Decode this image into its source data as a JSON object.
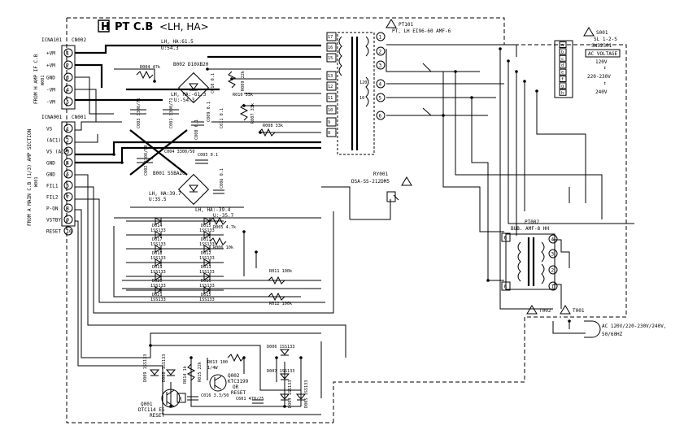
{
  "board": {
    "letter": "H",
    "title": "PT C.B",
    "subtitle": "<LH, HA>"
  },
  "connectors": {
    "cn002": {
      "ref": "CN002",
      "mate": "ICNA101",
      "side_label": "FROM H AMP IF C.B",
      "side_sub": "W001",
      "pins": [
        {
          "n": "1",
          "label": "+VM"
        },
        {
          "n": "2",
          "label": "+VM"
        },
        {
          "n": "3",
          "label": "GND"
        },
        {
          "n": "4",
          "label": "-VM"
        },
        {
          "n": "5",
          "label": "-VM"
        }
      ]
    },
    "cn001": {
      "ref": "CN001",
      "mate": "ICNA001",
      "side_label": "FROM A MAIN C.B (1/3) AMP SECTION",
      "side_sub": "W001",
      "pins": [
        {
          "n": "1",
          "label": "VS"
        },
        {
          "n": "2",
          "label": "(AC1)"
        },
        {
          "n": "3",
          "label": "VS (AC2)"
        },
        {
          "n": "4",
          "label": "GND"
        },
        {
          "n": "5",
          "label": "GND"
        },
        {
          "n": "6",
          "label": "FIL1"
        },
        {
          "n": "7",
          "label": "FIL2"
        },
        {
          "n": "8",
          "label": "P-ON"
        },
        {
          "n": "9",
          "label": "VSTBY"
        },
        {
          "n": "10",
          "label": "RESET"
        }
      ]
    }
  },
  "annotations": {
    "vp1": "LH, HA:61.5",
    "vp1b": "U:54.3",
    "vp2": "LH, HA:-61.3",
    "vp2b": "U:-54.3",
    "vp3": "LH, HA:39.7",
    "vp3b": "U:35.5",
    "vp4": "LH, HA:-39.4",
    "vp4b": "U:-35.7"
  },
  "components": {
    "b002": "B002 D10XB20",
    "b001": "B001 S5BA20",
    "c004": "C004 3300/50",
    "c005": "C005 0.1",
    "c002": "C002 3300/50",
    "c003": "C003 3300/71",
    "c001": "C001 3300/71",
    "c006": "C006 0.1",
    "c007": "C007 0.1",
    "c008": "C008 0.1",
    "c009": "C009 0.1",
    "c010": "C010 0.1",
    "c011": "C011 0.1",
    "c016": "C016 3.3/50",
    "c601": "C601 470/25",
    "r004": "R004 47k",
    "r005": "R005 4.7k",
    "r006": "R006 10k",
    "r007": "R007 33k",
    "r008": "R008 33k",
    "r009": "R009 22k",
    "r010": "R010 33k",
    "r011": "R011 100k",
    "r012": "R012 100k",
    "r013": "R013 100",
    "r013b": "1/4W",
    "r014": "R014 1k",
    "r015": "R015 22k",
    "d0xx": [
      "D014 1SS133",
      "D015 1SS133",
      "D017 1SS133",
      "D011 1SS133",
      "D018 1SS133",
      "D012 1SS133",
      "D019 1SS133",
      "D013 1SS133",
      "D020 1SS133",
      "D016 1SS133",
      "D021 1SS133",
      "D615 1SS133"
    ],
    "d006": "D006 1SS133",
    "d007": "D007 1SS133",
    "d009": "D009 1SS133",
    "d008": "D008 1SS133",
    "d004": "D004 1SS133",
    "d005": "D005 1SS133",
    "q001": "Q001",
    "q001b": "DTC114 ES",
    "q001c": "RESET",
    "q002": "Q002",
    "q002b": "KTC3199",
    "q002c": "OR",
    "q002d": "RESET",
    "q_letter": "R"
  },
  "transformer": {
    "pt101": "PT101",
    "pt101b": "PT, LH EI96-60 AMF-6",
    "pins_left": [
      "17",
      "16",
      "15",
      "13",
      "12",
      "11",
      "10",
      "9",
      "8"
    ],
    "pins_right": [
      "1",
      "2",
      "3",
      "4",
      "5",
      "6"
    ],
    "tap_120": "120",
    "tap_10": "10"
  },
  "relay": {
    "ry": "RY001",
    "ry_part": "DSA-SS-212DM5"
  },
  "pt002": {
    "ref": "PT002",
    "part": "BUB. AMF-8 HH",
    "pins_left": [
      "6",
      "6"
    ],
    "pins_right": [
      "4",
      "3",
      "2",
      "1"
    ]
  },
  "switch": {
    "ref": "S001",
    "type": "SL 1-2-S",
    "part": "SWS2301",
    "contacts": [
      "a",
      "b",
      "c",
      "d",
      "e",
      "f",
      "g",
      "h"
    ],
    "title": "AC VOLTAGE",
    "v1": "120V",
    "v2": "220-230V",
    "v3": "240V"
  },
  "ac": {
    "t002": "T002",
    "t001": "T001",
    "line1": "AC 120V/220-230V/240V,",
    "line2": "50/60HZ"
  }
}
